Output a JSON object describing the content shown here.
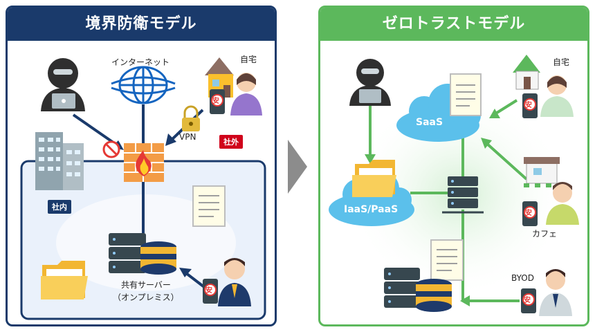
{
  "left_panel": {
    "title": "境界防衛モデル",
    "internet_label": "インターネット",
    "home_label": "自宅",
    "vpn_label": "VPN",
    "outside_tag": "社外",
    "inside_tag": "社内",
    "server_label_line1": "共有サーバー",
    "server_label_line2": "（オンプレミス）",
    "phone_badge": "安"
  },
  "right_panel": {
    "title": "ゼロトラストモデル",
    "home_label": "自宅",
    "saas_label": "SaaS",
    "iaas_label": "IaaS/PaaS",
    "cafe_label": "カフェ",
    "byod_label": "BYOD",
    "phone_badge": "安"
  },
  "colors": {
    "left_accent": "#1a3a6b",
    "right_accent": "#5cb85c",
    "outside_tag": "#d0021b",
    "cloud": "#5bc0eb"
  }
}
